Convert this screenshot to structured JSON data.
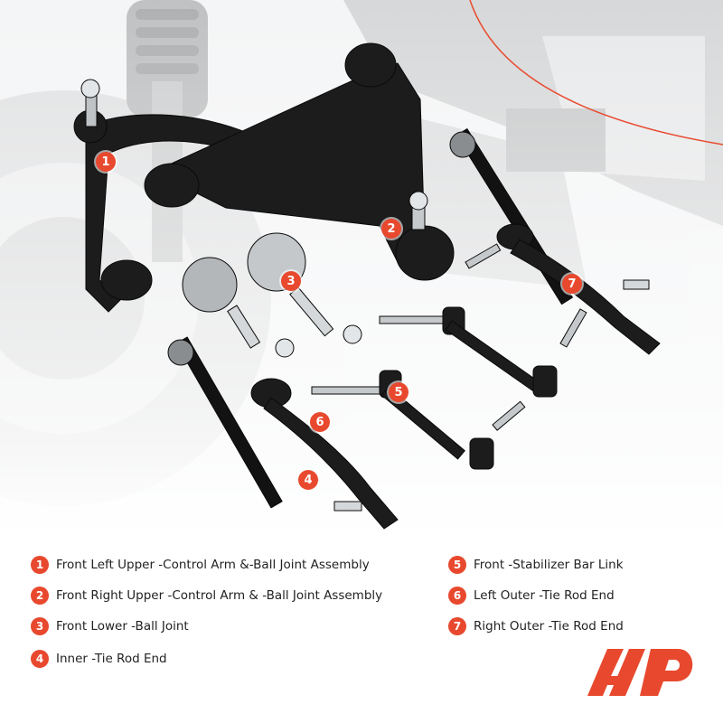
{
  "callouts": [
    "1",
    "2",
    "3",
    "4",
    "5",
    "6",
    "7"
  ],
  "legend": [
    {
      "num": "1",
      "label": "Front Left Upper -Control Arm &-Ball Joint Assembly"
    },
    {
      "num": "2",
      "label": "Front Right Upper -Control Arm & -Ball Joint Assembly"
    },
    {
      "num": "3",
      "label": "Front Lower -Ball Joint"
    },
    {
      "num": "4",
      "label": "Inner -Tie Rod End"
    },
    {
      "num": "5",
      "label": "Front -Stabilizer Bar Link"
    },
    {
      "num": "6",
      "label": "Left Outer -Tie Rod End"
    },
    {
      "num": "7",
      "label": "Right Outer -Tie Rod End"
    }
  ],
  "colors": {
    "accent": "#e8492e",
    "part": "#1c1c1c",
    "background_gray": "#cfd1d3"
  },
  "icons": {
    "logo": "a-premium-logo-mark"
  }
}
